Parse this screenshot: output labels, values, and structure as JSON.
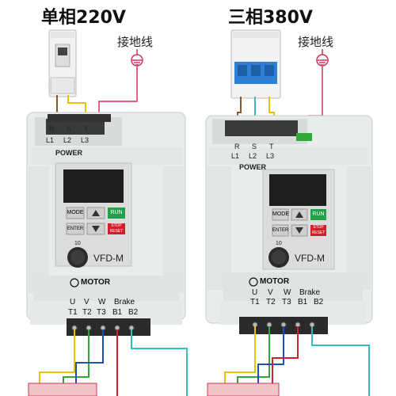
{
  "left": {
    "title": "单相220V",
    "ground_label": "接地线",
    "input_terms_top": [
      "R",
      "S",
      "T"
    ],
    "input_terms_bottom": [
      "L1",
      "L2",
      "L3"
    ],
    "power_label": "POWER",
    "keys": {
      "mode": "MODE",
      "run": "RUN",
      "enter": "ENTER",
      "stop": "STOP RESET"
    },
    "dial_mark": "10",
    "model": "VFD-M",
    "brand": "MOTOR",
    "out_terms_top": [
      "U",
      "V",
      "W",
      "Brake"
    ],
    "out_terms_bottom": [
      "T1",
      "T2",
      "T3",
      "B1",
      "B2"
    ]
  },
  "right": {
    "title": "三相380V",
    "ground_label": "接地线",
    "input_terms_top": [
      "R",
      "S",
      "T"
    ],
    "input_terms_bottom": [
      "L1",
      "L2",
      "L3"
    ],
    "power_label": "POWER",
    "keys": {
      "mode": "MODE",
      "run": "RUN",
      "enter": "ENTER",
      "stop": "STOP RESET"
    },
    "dial_mark": "10",
    "model": "VFD-M",
    "brand": "MOTOR",
    "out_terms_top": [
      "U",
      "V",
      "W",
      "Brake"
    ],
    "out_terms_bottom": [
      "T1",
      "T2",
      "T3",
      "B1",
      "B2"
    ]
  },
  "colors": {
    "wire_brown": "#8a5a2b",
    "wire_yellow": "#e8c400",
    "wire_blue": "#1f4fbf",
    "wire_green": "#2faa3a",
    "wire_red": "#d11f2f",
    "wire_cyan": "#2fbfbf",
    "ground": "#d8325a",
    "breaker_blue": "#2f7fd6",
    "run_key": "#22a04a",
    "stop_key": "#d0202c"
  },
  "icons": [
    "ground-icon",
    "breaker-icon",
    "motor-logo-icon"
  ]
}
